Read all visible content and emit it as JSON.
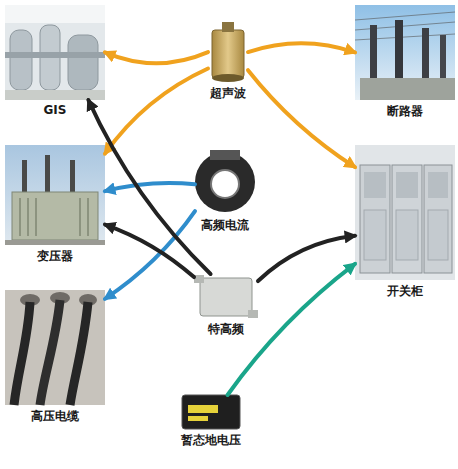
{
  "diagram": {
    "nodes": [
      {
        "text": [
          "GIS"
        ]
      },
      {
        "text": [
          "超声波"
        ]
      },
      {
        "text": [
          "断路器"
        ]
      },
      {
        "text": [
          "高频电流"
        ]
      },
      {
        "text": [
          "变压器"
        ]
      },
      {
        "text": [
          "开关柜"
        ]
      },
      {
        "text": [
          "特高频"
        ]
      },
      {
        "text": [
          "高压电缆"
        ]
      },
      {
        "text": [
          "暂态地电压"
        ]
      }
    ],
    "edges": [
      {
        "from": 1,
        "to": 0,
        "arrow": "to"
      },
      {
        "from": 1,
        "to": 2,
        "arrow": "to"
      },
      {
        "from": 1,
        "to": 5,
        "arrow": "to"
      },
      {
        "from": 1,
        "to": 4,
        "arrow": "to"
      },
      {
        "from": 3,
        "to": 4,
        "arrow": "to"
      },
      {
        "from": 3,
        "to": 7,
        "arrow": "to"
      },
      {
        "from": 6,
        "to": 0,
        "arrow": "to"
      },
      {
        "from": 6,
        "to": 4,
        "arrow": "to"
      },
      {
        "from": 6,
        "to": 5,
        "arrow": "to"
      },
      {
        "from": 8,
        "to": 5,
        "arrow": "to"
      }
    ]
  }
}
